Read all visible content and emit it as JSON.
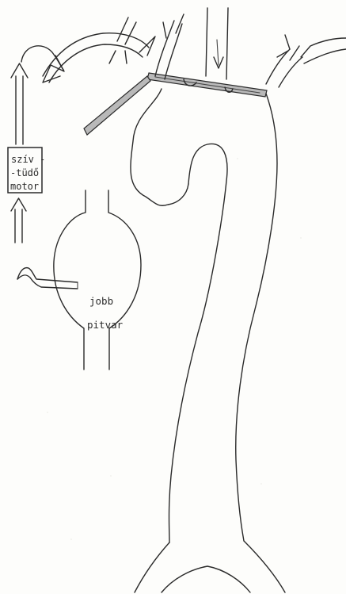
{
  "labels": {
    "motor_line1": "szív -",
    "motor_line2": "-tüdő",
    "motor_line3": "motor",
    "atrium_line1": "jobb",
    "atrium_line2": "pitvar"
  },
  "colors": {
    "ink": "#2a2a2a",
    "paper": "#fdfdfb",
    "clamp_fill": "#b9b9b9"
  }
}
